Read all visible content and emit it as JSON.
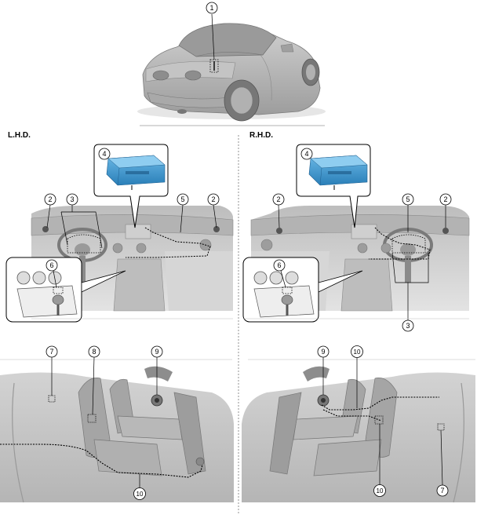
{
  "labels": {
    "lhd": "L.H.D.",
    "rhd": "R.H.D."
  },
  "callouts": {
    "c1": "1",
    "c2": "2",
    "c3": "3",
    "c4": "4",
    "c5": "5",
    "c6": "6",
    "c7": "7",
    "c8": "8",
    "c9": "9",
    "c10": "10"
  },
  "colors": {
    "car_body": "#b9b9b9",
    "car_shadow": "#8a8a8a",
    "interior": "#c8c8c8",
    "module_blue": "#3a96cf",
    "line": "#000000"
  }
}
